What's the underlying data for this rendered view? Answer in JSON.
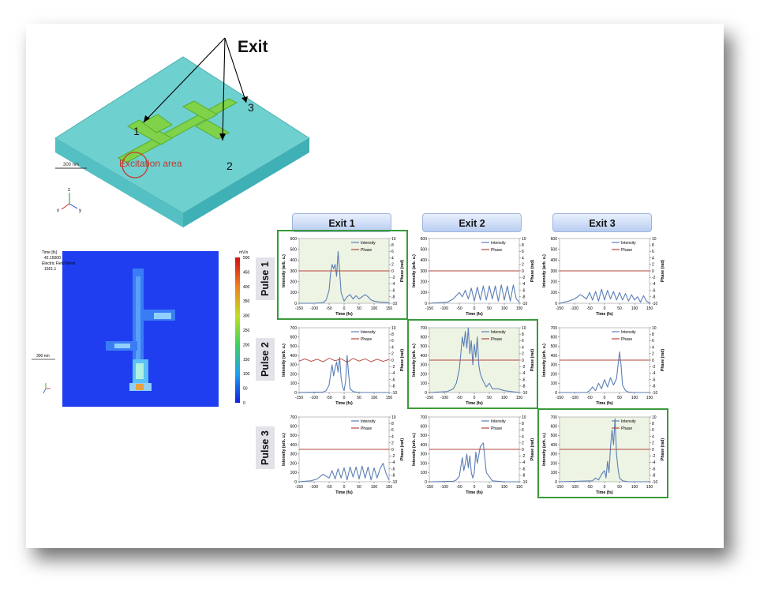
{
  "diagram": {
    "exit_label": "Exit",
    "port_labels": [
      "1",
      "2",
      "3"
    ],
    "excitation_label": "Excitation area",
    "scale_label": "300 nm",
    "axis_labels": [
      "x",
      "y",
      "z"
    ]
  },
  "field_map": {
    "info_lines": [
      "Time [fs]",
      "42.15000",
      "Electric Field Norm",
      "1561.1"
    ],
    "scale_label": "300 nm",
    "colorbar_unit": "mV/s",
    "colorbar_ticks": [
      "500",
      "450",
      "400",
      "350",
      "300",
      "250",
      "200",
      "150",
      "100",
      "50",
      "0"
    ],
    "colors": {
      "background": "#1f3ef0",
      "hot": "#e8a040"
    }
  },
  "grid": {
    "columns": [
      "Exit 1",
      "Exit 2",
      "Exit 3"
    ],
    "rows": [
      "Pulse 1",
      "Pulse 2",
      "Pulse 3"
    ],
    "highlighted": [
      [
        0,
        0
      ],
      [
        1,
        1
      ],
      [
        2,
        2
      ]
    ],
    "highlight_color": "#3a9a3a"
  },
  "chart_data": [
    {
      "type": "line",
      "row": 0,
      "col": 0,
      "xlim": [
        -150,
        150
      ],
      "ylim": [
        0,
        600
      ],
      "y2lim": [
        -10,
        10
      ],
      "xticks": [
        -150,
        -100,
        -50,
        0,
        50,
        100,
        150
      ],
      "yticks": [
        0,
        100,
        200,
        300,
        400,
        500,
        600
      ],
      "y2ticks": [
        -10,
        -8,
        -6,
        -4,
        -2,
        0,
        2,
        4,
        6,
        8,
        10
      ],
      "xlabel": "Time (fs)",
      "ylabel": "Intensity (arb. u.)",
      "y2label": "Phase (rad)",
      "legend": [
        "Intensity",
        "Phase"
      ],
      "series": [
        {
          "name": "Intensity",
          "axis": "left",
          "x": [
            -150,
            -100,
            -70,
            -60,
            -50,
            -45,
            -40,
            -35,
            -30,
            -25,
            -20,
            -15,
            -10,
            0,
            10,
            20,
            30,
            40,
            50,
            60,
            70,
            80,
            90,
            100,
            120,
            150
          ],
          "y": [
            0,
            0,
            5,
            30,
            120,
            280,
            360,
            320,
            360,
            250,
            480,
            300,
            100,
            20,
            60,
            80,
            40,
            70,
            40,
            60,
            80,
            60,
            30,
            20,
            10,
            5
          ]
        },
        {
          "name": "Phase",
          "axis": "right",
          "x": [
            -150,
            150
          ],
          "y": [
            0,
            0
          ]
        }
      ]
    },
    {
      "type": "line",
      "row": 0,
      "col": 1,
      "xlim": [
        -150,
        150
      ],
      "ylim": [
        0,
        600
      ],
      "y2lim": [
        -10,
        10
      ],
      "xticks": [
        -150,
        -100,
        -50,
        0,
        50,
        100,
        150
      ],
      "yticks": [
        0,
        100,
        200,
        300,
        400,
        500,
        600
      ],
      "y2ticks": [
        -10,
        -8,
        -6,
        -4,
        -2,
        0,
        2,
        4,
        6,
        8,
        10
      ],
      "xlabel": "Time (fs)",
      "ylabel": "Intensity (arb. u.)",
      "y2label": "Phase (rad)",
      "legend": [
        "Intensity",
        "Phase"
      ],
      "series": [
        {
          "name": "Intensity",
          "axis": "left",
          "x": [
            -150,
            -90,
            -70,
            -50,
            -40,
            -30,
            -20,
            -10,
            0,
            10,
            20,
            30,
            40,
            50,
            60,
            70,
            80,
            90,
            100,
            110,
            120,
            130,
            140,
            150
          ],
          "y": [
            0,
            10,
            40,
            100,
            60,
            120,
            40,
            140,
            20,
            150,
            30,
            160,
            30,
            160,
            40,
            160,
            20,
            170,
            30,
            160,
            20,
            170,
            40,
            10
          ]
        },
        {
          "name": "Phase",
          "axis": "right",
          "x": [
            -150,
            150
          ],
          "y": [
            0,
            0
          ]
        }
      ]
    },
    {
      "type": "line",
      "row": 0,
      "col": 2,
      "xlim": [
        -150,
        150
      ],
      "ylim": [
        0,
        600
      ],
      "y2lim": [
        -10,
        10
      ],
      "xticks": [
        -150,
        -100,
        -50,
        0,
        50,
        100,
        150
      ],
      "yticks": [
        0,
        100,
        200,
        300,
        400,
        500,
        600
      ],
      "y2ticks": [
        -10,
        -8,
        -6,
        -4,
        -2,
        0,
        2,
        4,
        6,
        8,
        10
      ],
      "xlabel": "Time (fs)",
      "ylabel": "Intensity (arb. u.)",
      "y2label": "Phase (rad)",
      "legend": [
        "Intensity",
        "Phase"
      ],
      "series": [
        {
          "name": "Intensity",
          "axis": "left",
          "x": [
            -150,
            -120,
            -100,
            -80,
            -60,
            -50,
            -40,
            -30,
            -20,
            -10,
            0,
            10,
            20,
            30,
            40,
            50,
            60,
            70,
            80,
            90,
            100,
            110,
            120,
            130,
            140,
            150
          ],
          "y": [
            0,
            20,
            40,
            80,
            40,
            100,
            30,
            110,
            20,
            130,
            30,
            120,
            40,
            110,
            30,
            100,
            30,
            90,
            20,
            80,
            30,
            60,
            10,
            70,
            20,
            0
          ]
        },
        {
          "name": "Phase",
          "axis": "right",
          "x": [
            -150,
            150
          ],
          "y": [
            0,
            0
          ]
        }
      ]
    },
    {
      "type": "line",
      "row": 1,
      "col": 0,
      "xlim": [
        -150,
        150
      ],
      "ylim": [
        0,
        700
      ],
      "y2lim": [
        -10,
        10
      ],
      "xticks": [
        -150,
        -100,
        -50,
        0,
        50,
        100,
        150
      ],
      "yticks": [
        0,
        100,
        200,
        300,
        400,
        500,
        600,
        700
      ],
      "y2ticks": [
        -10,
        -8,
        -6,
        -4,
        -2,
        0,
        2,
        4,
        6,
        8,
        10
      ],
      "xlabel": "Time (fs)",
      "ylabel": "Intensity (arb. u.)",
      "y2label": "Phase (rad)",
      "legend": [
        "Intensity",
        "Phase"
      ],
      "series": [
        {
          "name": "Intensity",
          "axis": "left",
          "x": [
            -150,
            -70,
            -60,
            -50,
            -45,
            -40,
            -35,
            -30,
            -25,
            -20,
            -15,
            -10,
            -5,
            0,
            5,
            10,
            15,
            20,
            30,
            40,
            60,
            100,
            150
          ],
          "y": [
            0,
            5,
            20,
            80,
            200,
            300,
            180,
            260,
            330,
            220,
            380,
            160,
            60,
            20,
            120,
            400,
            200,
            40,
            10,
            5,
            0,
            0,
            0
          ]
        },
        {
          "name": "Phase",
          "axis": "right",
          "x": [
            -150,
            -130,
            -110,
            -90,
            -70,
            -50,
            -30,
            -10,
            10,
            30,
            50,
            70,
            90,
            110,
            130,
            150
          ],
          "y": [
            -0.3,
            0.4,
            -0.4,
            0.3,
            -0.5,
            0.6,
            -0.2,
            0.4,
            -0.6,
            0.5,
            -0.3,
            0.4,
            -0.5,
            0.3,
            -0.4,
            0.2
          ]
        }
      ]
    },
    {
      "type": "line",
      "row": 1,
      "col": 1,
      "xlim": [
        -150,
        150
      ],
      "ylim": [
        0,
        700
      ],
      "y2lim": [
        -10,
        10
      ],
      "xticks": [
        -150,
        -100,
        -50,
        0,
        50,
        100,
        150
      ],
      "yticks": [
        0,
        100,
        200,
        300,
        400,
        500,
        600,
        700
      ],
      "y2ticks": [
        -10,
        -8,
        -6,
        -4,
        -2,
        0,
        2,
        4,
        6,
        8,
        10
      ],
      "xlabel": "Time (fs)",
      "ylabel": "Intensity (arb. u.)",
      "y2label": "Phase (rad)",
      "legend": [
        "Intensity",
        "Phase"
      ],
      "series": [
        {
          "name": "Intensity",
          "axis": "left",
          "x": [
            -150,
            -90,
            -70,
            -60,
            -50,
            -45,
            -40,
            -35,
            -30,
            -25,
            -20,
            -15,
            -10,
            -5,
            0,
            5,
            10,
            15,
            20,
            30,
            40,
            50,
            60,
            80,
            100,
            150
          ],
          "y": [
            0,
            10,
            40,
            100,
            250,
            420,
            600,
            500,
            660,
            480,
            700,
            420,
            560,
            300,
            520,
            380,
            600,
            300,
            200,
            120,
            60,
            100,
            40,
            40,
            20,
            0
          ]
        },
        {
          "name": "Phase",
          "axis": "right",
          "x": [
            -150,
            150
          ],
          "y": [
            0,
            0
          ]
        }
      ]
    },
    {
      "type": "line",
      "row": 1,
      "col": 2,
      "xlim": [
        -150,
        150
      ],
      "ylim": [
        0,
        700
      ],
      "y2lim": [
        -10,
        10
      ],
      "xticks": [
        -150,
        -100,
        -50,
        0,
        50,
        100,
        150
      ],
      "yticks": [
        0,
        100,
        200,
        300,
        400,
        500,
        600,
        700
      ],
      "y2ticks": [
        -10,
        -8,
        -6,
        -4,
        -2,
        0,
        2,
        4,
        6,
        8,
        10
      ],
      "xlabel": "Time (fs)",
      "ylabel": "Intensity (arb. u.)",
      "y2label": "Phase (rad)",
      "legend": [
        "Intensity",
        "Phase"
      ],
      "series": [
        {
          "name": "Intensity",
          "axis": "left",
          "x": [
            -150,
            -60,
            -50,
            -40,
            -30,
            -20,
            -10,
            0,
            10,
            20,
            30,
            40,
            50,
            55,
            60,
            70,
            80,
            100,
            150
          ],
          "y": [
            0,
            0,
            20,
            60,
            20,
            100,
            40,
            140,
            60,
            160,
            80,
            150,
            440,
            300,
            80,
            20,
            5,
            0,
            0
          ]
        },
        {
          "name": "Phase",
          "axis": "right",
          "x": [
            -150,
            150
          ],
          "y": [
            0,
            0
          ]
        }
      ]
    },
    {
      "type": "line",
      "row": 2,
      "col": 0,
      "xlim": [
        -150,
        150
      ],
      "ylim": [
        0,
        700
      ],
      "y2lim": [
        -10,
        10
      ],
      "xticks": [
        -150,
        -100,
        -50,
        0,
        50,
        100,
        150
      ],
      "yticks": [
        0,
        100,
        200,
        300,
        400,
        500,
        600,
        700
      ],
      "y2ticks": [
        -10,
        -8,
        -6,
        -4,
        -2,
        0,
        2,
        4,
        6,
        8,
        10
      ],
      "xlabel": "Time (fs)",
      "ylabel": "Intensity (arb. u.)",
      "y2label": "Phase (rad)",
      "legend": [
        "Intensity",
        "Phase"
      ],
      "series": [
        {
          "name": "Intensity",
          "axis": "left",
          "x": [
            -150,
            -110,
            -90,
            -70,
            -50,
            -40,
            -30,
            -20,
            -10,
            0,
            10,
            20,
            30,
            40,
            50,
            60,
            70,
            80,
            90,
            100,
            110,
            120,
            130,
            140,
            150
          ],
          "y": [
            0,
            10,
            30,
            80,
            40,
            120,
            30,
            140,
            40,
            150,
            20,
            160,
            50,
            160,
            30,
            170,
            40,
            160,
            20,
            150,
            40,
            140,
            200,
            90,
            20
          ]
        },
        {
          "name": "Phase",
          "axis": "right",
          "x": [
            -150,
            150
          ],
          "y": [
            0,
            0
          ]
        }
      ]
    },
    {
      "type": "line",
      "row": 2,
      "col": 1,
      "xlim": [
        -150,
        150
      ],
      "ylim": [
        0,
        700
      ],
      "y2lim": [
        -10,
        10
      ],
      "xticks": [
        -150,
        -100,
        -50,
        0,
        50,
        100,
        150
      ],
      "yticks": [
        0,
        100,
        200,
        300,
        400,
        500,
        600,
        700
      ],
      "y2ticks": [
        -10,
        -8,
        -6,
        -4,
        -2,
        0,
        2,
        4,
        6,
        8,
        10
      ],
      "xlabel": "Time (fs)",
      "ylabel": "Intensity (arb. u.)",
      "y2label": "Phase (rad)",
      "legend": [
        "Intensity",
        "Phase"
      ],
      "series": [
        {
          "name": "Intensity",
          "axis": "left",
          "x": [
            -150,
            -70,
            -60,
            -50,
            -45,
            -40,
            -35,
            -30,
            -25,
            -20,
            -15,
            -10,
            -5,
            0,
            5,
            10,
            20,
            30,
            40,
            60,
            100,
            150
          ],
          "y": [
            0,
            5,
            20,
            60,
            160,
            260,
            120,
            200,
            300,
            150,
            280,
            100,
            40,
            100,
            320,
            200,
            380,
            420,
            100,
            10,
            0,
            0
          ]
        },
        {
          "name": "Phase",
          "axis": "right",
          "x": [
            -150,
            150
          ],
          "y": [
            0,
            0
          ]
        }
      ]
    },
    {
      "type": "line",
      "row": 2,
      "col": 2,
      "xlim": [
        -150,
        150
      ],
      "ylim": [
        0,
        700
      ],
      "y2lim": [
        -10,
        10
      ],
      "xticks": [
        -150,
        -100,
        -50,
        0,
        50,
        100,
        150
      ],
      "yticks": [
        0,
        100,
        200,
        300,
        400,
        500,
        600,
        700
      ],
      "y2ticks": [
        -10,
        -8,
        -6,
        -4,
        -2,
        0,
        2,
        4,
        6,
        8,
        10
      ],
      "xlabel": "Time (fs)",
      "ylabel": "Intensity (arb. u.)",
      "y2label": "Phase (rad)",
      "legend": [
        "Intensity",
        "Phase"
      ],
      "series": [
        {
          "name": "Intensity",
          "axis": "left",
          "x": [
            -150,
            -40,
            -30,
            -20,
            -10,
            0,
            5,
            10,
            15,
            20,
            25,
            30,
            35,
            40,
            45,
            50,
            60,
            80,
            100,
            150
          ],
          "y": [
            0,
            10,
            40,
            20,
            80,
            120,
            40,
            220,
            100,
            380,
            560,
            400,
            680,
            300,
            140,
            40,
            10,
            0,
            0,
            0
          ]
        },
        {
          "name": "Phase",
          "axis": "right",
          "x": [
            -150,
            150
          ],
          "y": [
            0,
            0
          ]
        }
      ]
    }
  ],
  "colors": {
    "intensity": "#5b7fb5",
    "phase": "#b5453d",
    "plot_bg": "#eef4e4"
  }
}
